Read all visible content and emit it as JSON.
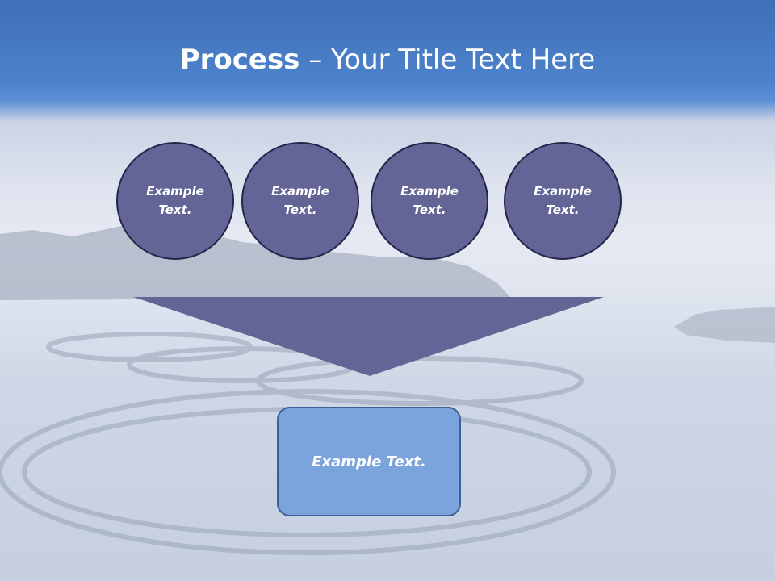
{
  "title": {
    "bold": "Process",
    "rest": " – Your Title Text Here"
  },
  "circles": [
    {
      "label": "Example Text."
    },
    {
      "label": "Example Text."
    },
    {
      "label": "Example Text."
    },
    {
      "label": "Example Text."
    }
  ],
  "result": {
    "label": "Example Text."
  },
  "colors": {
    "circle_fill": "#646597",
    "circle_border": "#23254a",
    "funnel": "#646597",
    "result_fill": "#7ba3dc",
    "header": "#4c82cc"
  }
}
